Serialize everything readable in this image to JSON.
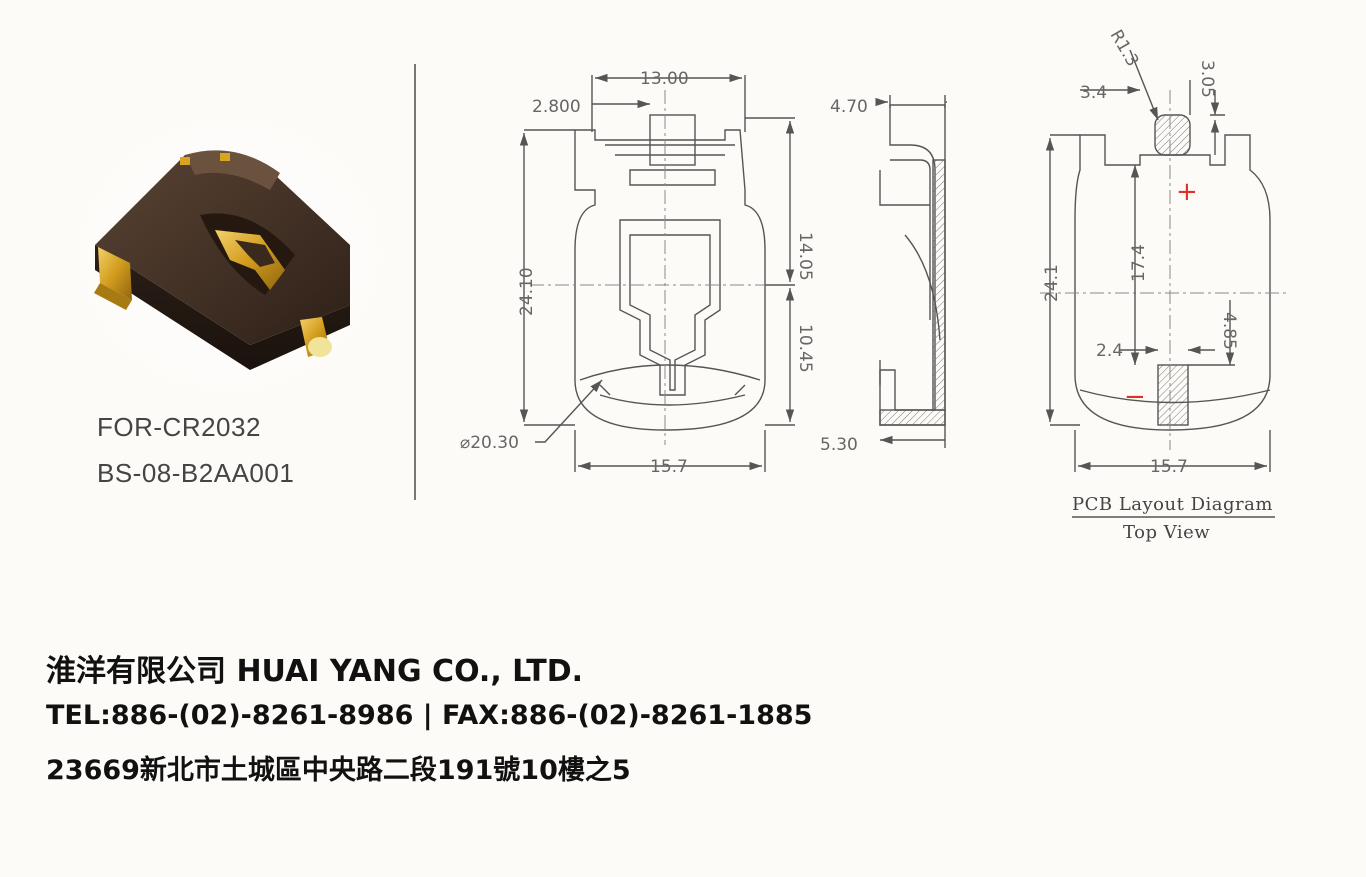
{
  "product": {
    "model": "FOR-CR2032",
    "part_number": "BS-08-B2AA001"
  },
  "front_view": {
    "width_top": "13.00",
    "offset_top": "2.800",
    "height_total": "24.10",
    "upper_height": "14.05",
    "lower_height": "10.45",
    "diameter": "⌀20.30",
    "width_bottom": "15.7"
  },
  "side_view": {
    "top_width": "4.70",
    "bottom_width": "5.30"
  },
  "pcb_view": {
    "radius": "R1.3",
    "pad_width_top": "3.4",
    "pad_height_top": "3.05",
    "height_total": "24.1",
    "center_distance": "17.4",
    "pad_width_bottom": "2.4",
    "pad_height_bottom": "4.85",
    "width_bottom": "15.7",
    "plus": "+",
    "minus": "−",
    "caption_line1": "PCB Layout Diagram",
    "caption_line2": "Top View"
  },
  "footer": {
    "company": "淮洋有限公司 HUAI YANG CO., LTD.",
    "contact": "TEL:886-(02)-8261-8986 | FAX:886-(02)-8261-1885",
    "address": "23669新北市土城區中央路二段191號10樓之5"
  },
  "colors": {
    "background": "#fdfbf8",
    "line": "#555555",
    "text": "#1a1a1a",
    "accent_red": "#e0302a",
    "holder_body": "#3b2a20",
    "contact_gold": "#d9a520"
  }
}
